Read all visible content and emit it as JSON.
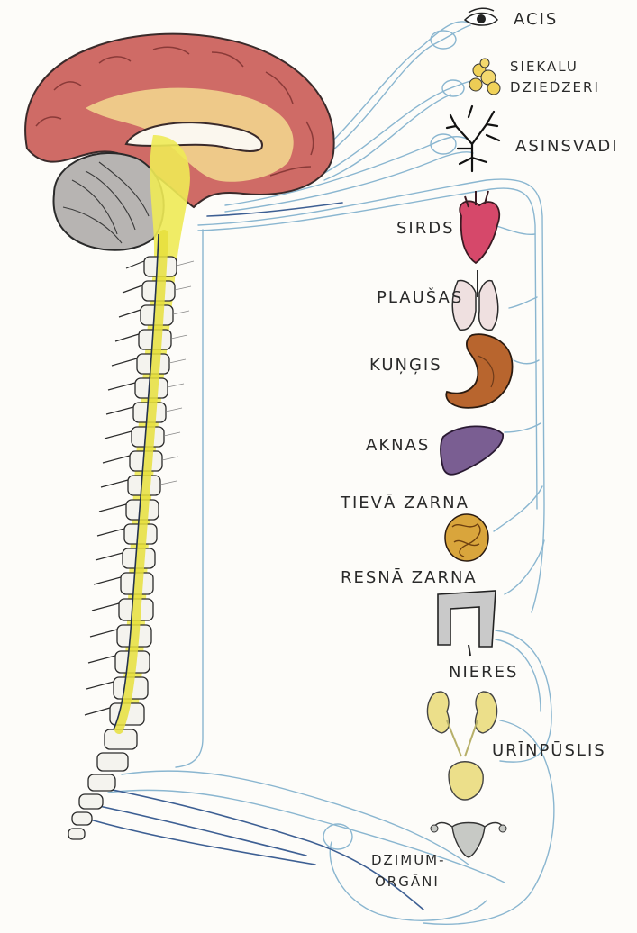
{
  "labels": {
    "eye": "ACIS",
    "salivary_line1": "SIEKALU",
    "salivary_line2": "DZIEDZERI",
    "vessels": "ASINSVADI",
    "heart": "SIRDS",
    "lungs": "PLAUŠAS",
    "stomach": "KUŅĢIS",
    "liver": "AKNAS",
    "small_intestine": "TIEVĀ ZARNA",
    "large_intestine": "RESNĀ ZARNA",
    "kidneys": "NIERES",
    "bladder": "URĪNPŪSLIS",
    "reproductive_line1": "DZIMUM-",
    "reproductive_line2": "ORGĀNI"
  },
  "colors": {
    "nerve_line": "#8ab6d0",
    "nerve_dark": "#3d5f93",
    "brain_cortex": "#cf6b66",
    "spinal_cord": "#eeea55",
    "cerebellum": "#b7b4b2",
    "heart": "#d6486a",
    "lungs": "#efe0e0",
    "stomach": "#b8652e",
    "liver": "#7a5e92",
    "small_intestine": "#d9a53c",
    "large_intestine": "#c9c9c9",
    "kidneys": "#ecdf8a",
    "bladder": "#ecdf8a",
    "uterus": "#c7c9c5"
  }
}
